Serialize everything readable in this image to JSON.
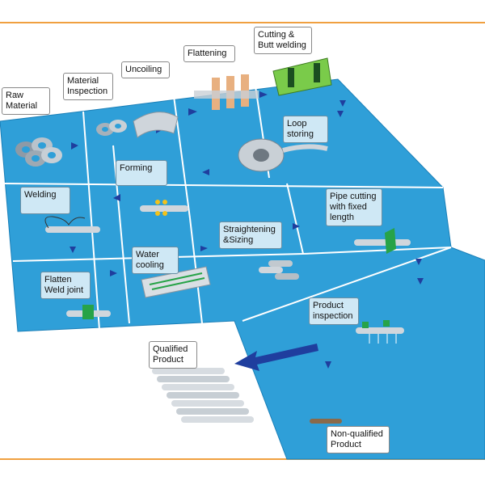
{
  "colors": {
    "board": "#2f9fd8",
    "grid": "#ffffff",
    "arrow": "#1f3e9e",
    "label_bg": "#cfe8f5",
    "frame": "#f0a040"
  },
  "steps": {
    "raw_material": "Raw\nMaterial",
    "material_inspection": "Material\nInspection",
    "uncoiling": "Uncoiling",
    "flattening": "Flattening",
    "cutting_butt_welding": "Cutting &\nButt welding",
    "loop_storing": "Loop\nstoring",
    "forming": "Forming",
    "welding": "Welding",
    "pipe_cutting": "Pipe cutting\nwith fixed\nlength",
    "straightening_sizing": "Straightening\n&Sizing",
    "water_cooling": "Water\ncooling",
    "flatten_weld_joint": "Flatten\nWeld joint",
    "product_inspection": "Product\ninspection",
    "qualified_product": "Qualified\nProduct",
    "non_qualified_product": "Non-qualified\nProduct"
  }
}
